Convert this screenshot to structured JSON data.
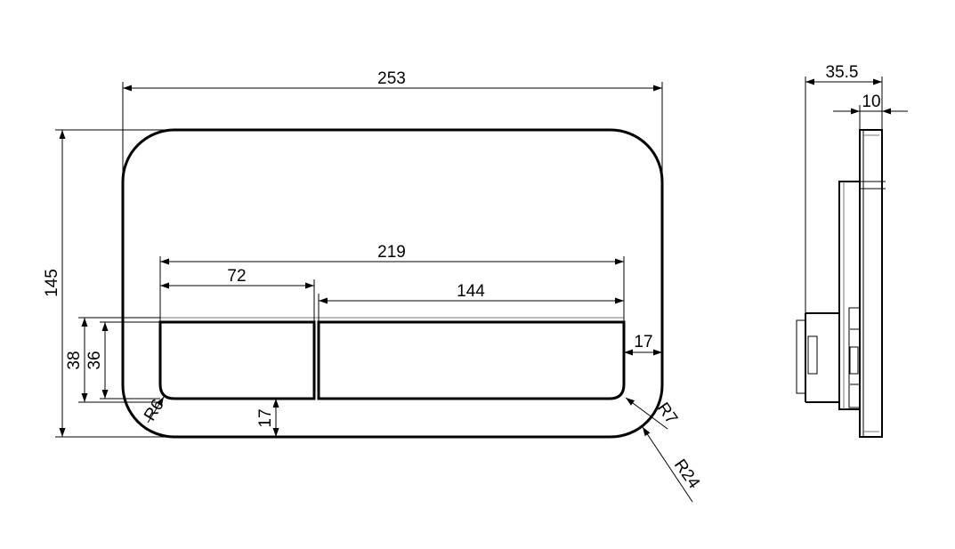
{
  "front_view": {
    "overall_width": "253",
    "overall_height": "145",
    "buttons_width": "219",
    "small_button_width": "72",
    "large_button_width": "144",
    "button_height_outer": "38",
    "button_height_inner": "36",
    "side_margin": "17",
    "bottom_margin": "17",
    "button_radius": "R6",
    "button_corner_radius": "R7",
    "plate_radius": "R24"
  },
  "side_view": {
    "total_depth": "35.5",
    "plate_thickness": "10"
  }
}
